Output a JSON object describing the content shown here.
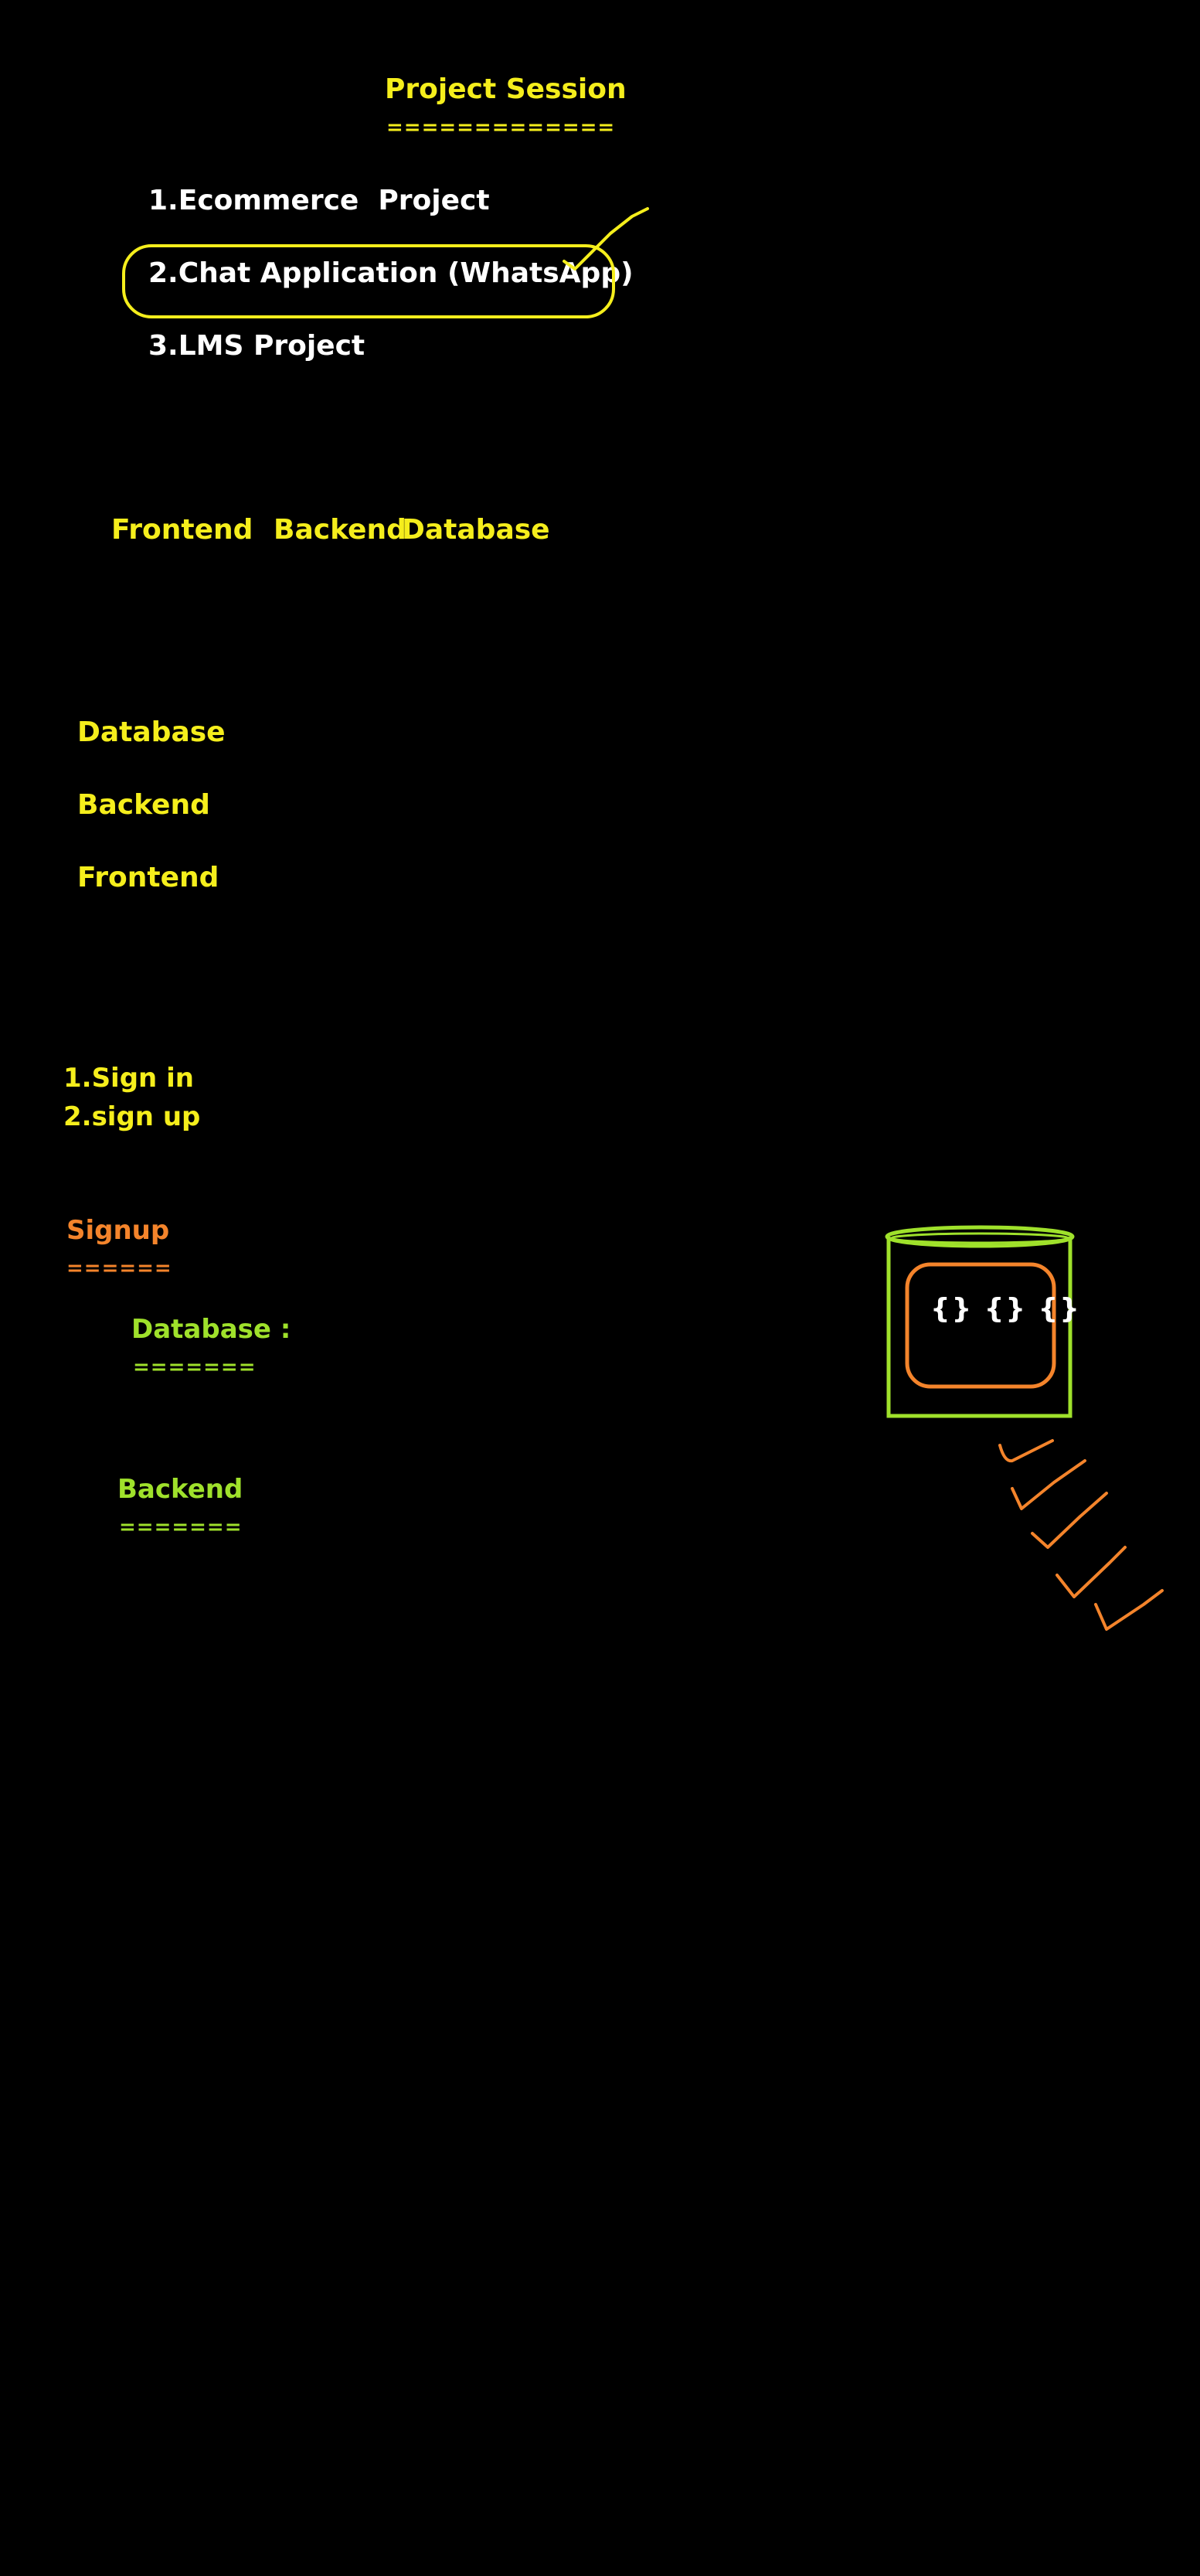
{
  "header": {
    "title": "Project Session",
    "underline": "============="
  },
  "projects": [
    "1.Ecommerce  Project",
    "2.Chat Application (WhatsApp)",
    "3.LMS Project"
  ],
  "stack_row": [
    "Frontend",
    "Backend",
    "Database"
  ],
  "stack_column": [
    "Database",
    "Backend",
    "Frontend"
  ],
  "auth": [
    "1.Sign in",
    "2.sign up"
  ],
  "signup": {
    "title": "Signup",
    "underline": "======",
    "database_title": "Database :",
    "database_underline": "=======",
    "backend_title": "Backend",
    "backend_underline": "======="
  },
  "db_cylinder": {
    "label": "{} {} {}"
  },
  "colors": {
    "background": "#000000",
    "yellow": "#f5ee1c",
    "white": "#ffffff",
    "orange": "#f4842b",
    "lime": "#9fe12b"
  }
}
